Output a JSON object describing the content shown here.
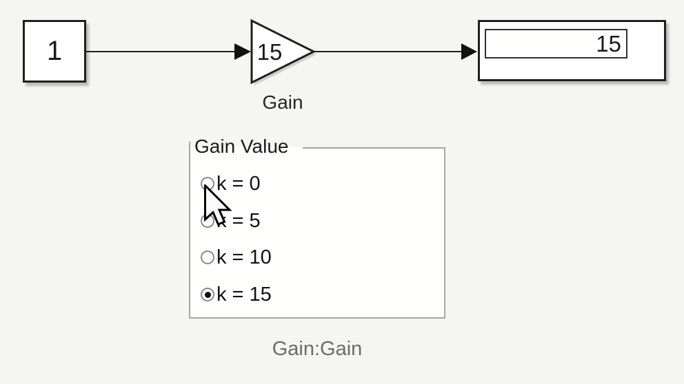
{
  "diagram": {
    "constant_block": {
      "value": "1"
    },
    "gain_block": {
      "value": "15",
      "name": "Gain"
    },
    "display_block": {
      "value": "15"
    },
    "annotation": "Gain:Gain"
  },
  "gain_panel": {
    "title": "Gain Value",
    "options": [
      {
        "label": "k = 0",
        "selected": false
      },
      {
        "label": "k = 5",
        "selected": false
      },
      {
        "label": "k = 10",
        "selected": false
      },
      {
        "label": "k = 15",
        "selected": true
      }
    ]
  },
  "colors": {
    "background": "#f5f5f2",
    "block_border": "#1f1f1f",
    "wire": "#1f1f1f",
    "panel_border": "#a5a5a5",
    "panel_fill": "#fffffe",
    "annotation_text": "#6b6b6b"
  }
}
